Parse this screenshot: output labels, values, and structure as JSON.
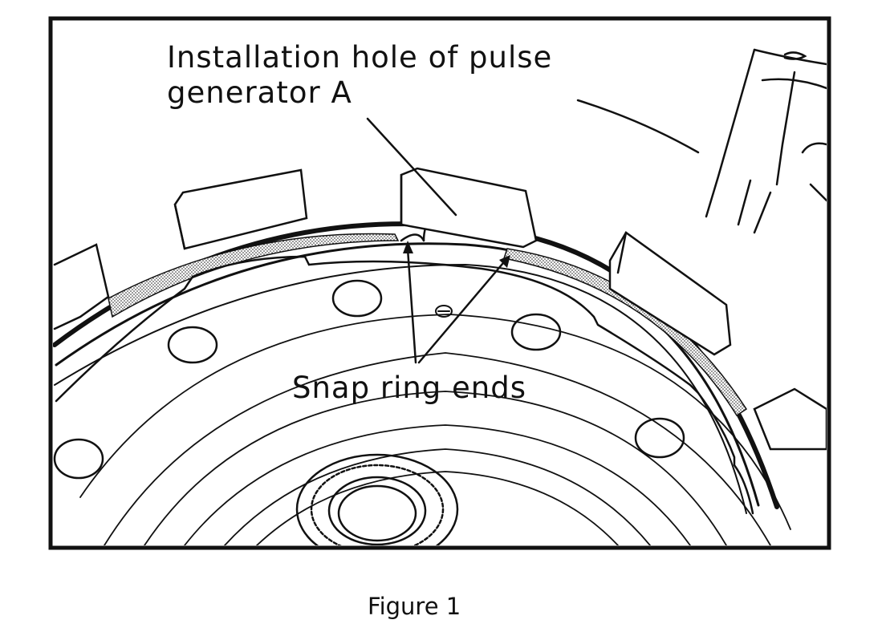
{
  "figure": {
    "labels": {
      "installation_hole_line1": "Installation hole of pulse",
      "installation_hole_line2": "generator A",
      "snap_ring_ends": "Snap ring ends"
    },
    "caption": "Figure 1"
  }
}
